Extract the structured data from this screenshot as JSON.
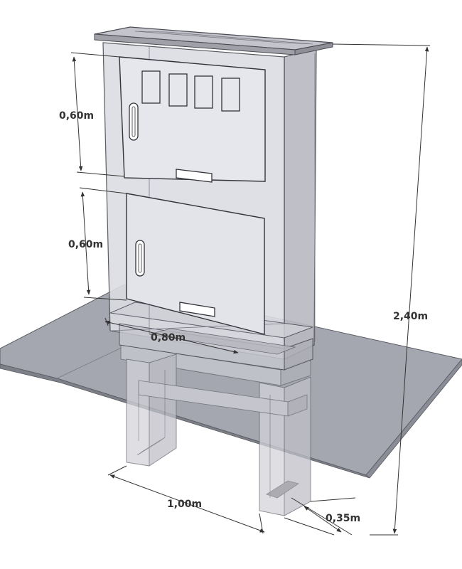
{
  "dimensions": {
    "upper_door_height": "0,60m",
    "lower_door_height": "0,60m",
    "cabinet_width": "0,80m",
    "total_height": "2,40m",
    "base_width": "1,00m",
    "base_depth": "0,35m"
  },
  "colors": {
    "ground_plane": "#9fa2aa",
    "cabinet_front": "#dcdde3",
    "cabinet_side": "#b8b9c1",
    "roof": "#c4c5cc",
    "edge": "#4a4a52",
    "dimension_line": "#333333"
  }
}
